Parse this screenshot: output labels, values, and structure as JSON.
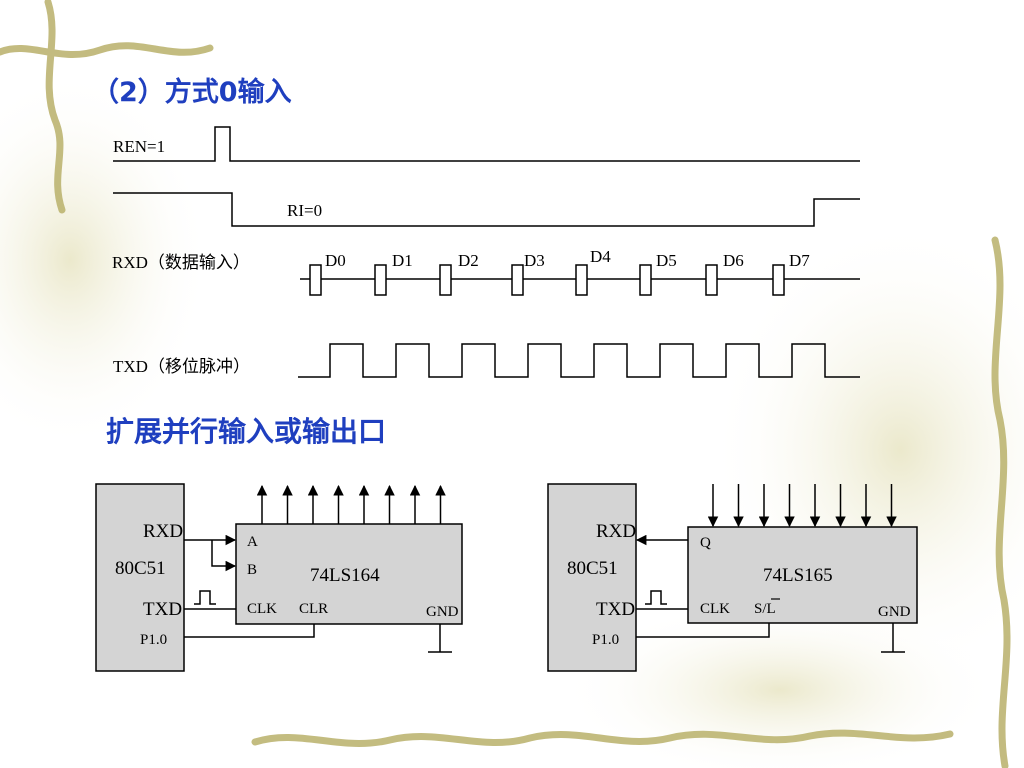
{
  "slide": {
    "title": "（2）方式0输入",
    "subtitle": "扩展并行输入或输出口",
    "colors": {
      "heading": "#1f3fbf",
      "line": "#000000",
      "chip_fill": "#d4d4d4",
      "decoration": "#b9b06a"
    }
  },
  "timing": {
    "ren_label": "REN=1",
    "ri_label": "RI=0",
    "rxd_label": "RXD（数据输入）",
    "txd_label": "TXD（移位脉冲）",
    "bits": [
      "D0",
      "D1",
      "D2",
      "D3",
      "D4",
      "D5",
      "D6",
      "D7"
    ]
  },
  "left_circuit": {
    "mcu_name": "80C51",
    "pin_rxd": "RXD",
    "pin_txd": "TXD",
    "pin_p10": "P1.0",
    "chip_name": "74LS164",
    "pin_a": "A",
    "pin_b": "B",
    "pin_clk": "CLK",
    "pin_clr": "CLR",
    "pin_gnd": "GND"
  },
  "right_circuit": {
    "mcu_name": "80C51",
    "pin_rxd": "RXD",
    "pin_txd": "TXD",
    "pin_p10": "P1.0",
    "chip_name": "74LS165",
    "pin_q": "Q",
    "pin_clk": "CLK",
    "pin_sl": "S/L",
    "pin_gnd": "GND"
  }
}
